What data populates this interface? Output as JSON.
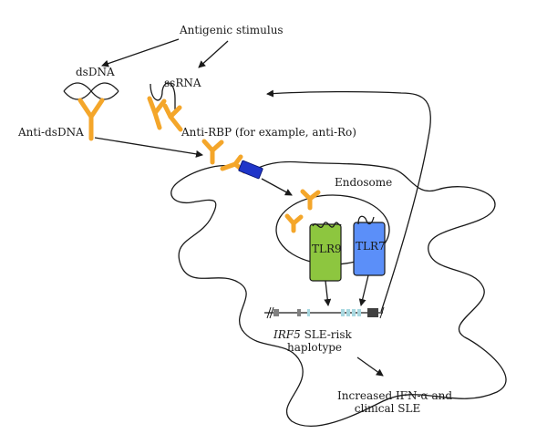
{
  "labels": {
    "antigenic_stimulus": "Antigenic stimulus",
    "dsdna": "dsDNA",
    "ssrna": "ssRNA",
    "anti_dsdna": "Anti-dsDNA",
    "anti_rbp": "Anti-RBP (for example, anti-Ro)",
    "endosome": "Endosome",
    "tlr9": "TLR9",
    "tlr7": "TLR7",
    "irf5_gene": "IRF5",
    "irf5_rest": " SLE-risk",
    "haplotype": "haplotype",
    "outcome_line1": "Increased IFN-α and",
    "outcome_line2": "clinical SLE"
  },
  "colors": {
    "antibody": "#f4a62a",
    "tlr9": "#8dc63f",
    "tlr7": "#5b8ff9",
    "receptor": "#1f35c9",
    "outline": "#1a1a1a"
  }
}
